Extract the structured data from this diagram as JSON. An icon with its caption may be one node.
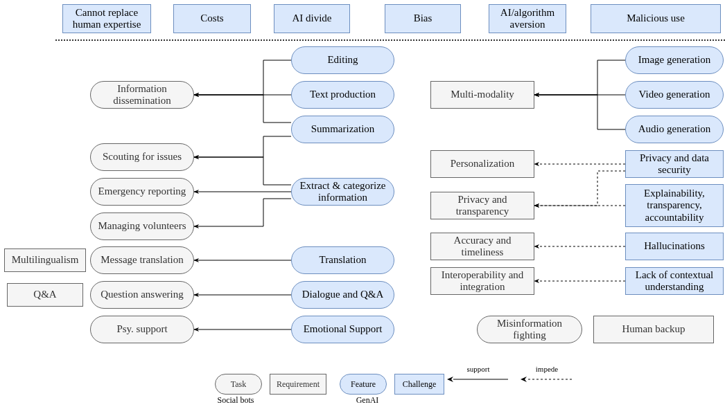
{
  "diagram": {
    "nodes": [
      {
        "text": [
          "Cannot replace human expertise"
        ]
      },
      {
        "text": [
          "Costs"
        ]
      },
      {
        "text": [
          "AI divide"
        ]
      },
      {
        "text": [
          "Bias"
        ]
      },
      {
        "text": [
          "AI/algorithm aversion"
        ]
      },
      {
        "text": [
          "Malicious use"
        ]
      },
      {
        "text": [
          "Editing"
        ]
      },
      {
        "text": [
          "Information dissemination"
        ]
      },
      {
        "text": [
          "Text production"
        ]
      },
      {
        "text": [
          "Summarization"
        ]
      },
      {
        "text": [
          "Scouting for issues"
        ]
      },
      {
        "text": [
          "Emergency reporting"
        ]
      },
      {
        "text": [
          "Extract & categorize information"
        ]
      },
      {
        "text": [
          "Managing volunteers"
        ]
      },
      {
        "text": [
          "Multilingualism"
        ]
      },
      {
        "text": [
          "Message translation"
        ]
      },
      {
        "text": [
          "Translation"
        ]
      },
      {
        "text": [
          "Q&A"
        ]
      },
      {
        "text": [
          "Question answering"
        ]
      },
      {
        "text": [
          "Dialogue and Q&A"
        ]
      },
      {
        "text": [
          "Psy. support"
        ]
      },
      {
        "text": [
          "Emotional Support"
        ]
      },
      {
        "text": [
          "Image generation"
        ]
      },
      {
        "text": [
          "Multi-modality"
        ]
      },
      {
        "text": [
          "Video generation"
        ]
      },
      {
        "text": [
          "Audio generation"
        ]
      },
      {
        "text": [
          "Personalization"
        ]
      },
      {
        "text": [
          "Privacy and data security"
        ]
      },
      {
        "text": [
          "Privacy and transparency"
        ]
      },
      {
        "text": [
          "Explainability, transparency, accountability"
        ]
      },
      {
        "text": [
          "Accuracy and timeliness"
        ]
      },
      {
        "text": [
          "Hallucinations"
        ]
      },
      {
        "text": [
          "Interoperability and integration"
        ]
      },
      {
        "text": [
          "Lack of contextual understanding"
        ]
      },
      {
        "text": [
          "Misinformation fighting"
        ]
      },
      {
        "text": [
          "Human backup"
        ]
      }
    ],
    "edges": [
      {
        "from": 6,
        "to": 7,
        "arrow": "to"
      },
      {
        "from": 8,
        "to": 7,
        "arrow": "to"
      },
      {
        "from": 9,
        "to": 7,
        "arrow": "to"
      },
      {
        "from": 9,
        "to": 10,
        "arrow": "to"
      },
      {
        "from": 12,
        "to": 10,
        "arrow": "to"
      },
      {
        "from": 12,
        "to": 11,
        "arrow": "to"
      },
      {
        "from": 12,
        "to": 13,
        "arrow": "to"
      },
      {
        "from": 16,
        "to": 15,
        "arrow": "to"
      },
      {
        "from": 19,
        "to": 18,
        "arrow": "to"
      },
      {
        "from": 21,
        "to": 20,
        "arrow": "to"
      },
      {
        "from": 22,
        "to": 23,
        "arrow": "to"
      },
      {
        "from": 24,
        "to": 23,
        "arrow": "to"
      },
      {
        "from": 25,
        "to": 23,
        "arrow": "to"
      },
      {
        "from": 27,
        "to": 26,
        "arrow": "to",
        "style": "dashed"
      },
      {
        "from": 27,
        "to": 28,
        "arrow": "to",
        "style": "dashed"
      },
      {
        "from": 29,
        "to": 28,
        "arrow": "to",
        "style": "dashed"
      },
      {
        "from": 31,
        "to": 30,
        "arrow": "to",
        "style": "dashed"
      },
      {
        "from": 33,
        "to": 32,
        "arrow": "to",
        "style": "dashed"
      }
    ],
    "labels": [
      "Social bots",
      "GenAI"
    ],
    "legend": [
      {
        "text": "Task"
      },
      {
        "text": "Requirement"
      },
      {
        "text": "Feature"
      },
      {
        "text": "Challenge"
      },
      {
        "text": "support"
      },
      {
        "text": "impede"
      }
    ]
  }
}
